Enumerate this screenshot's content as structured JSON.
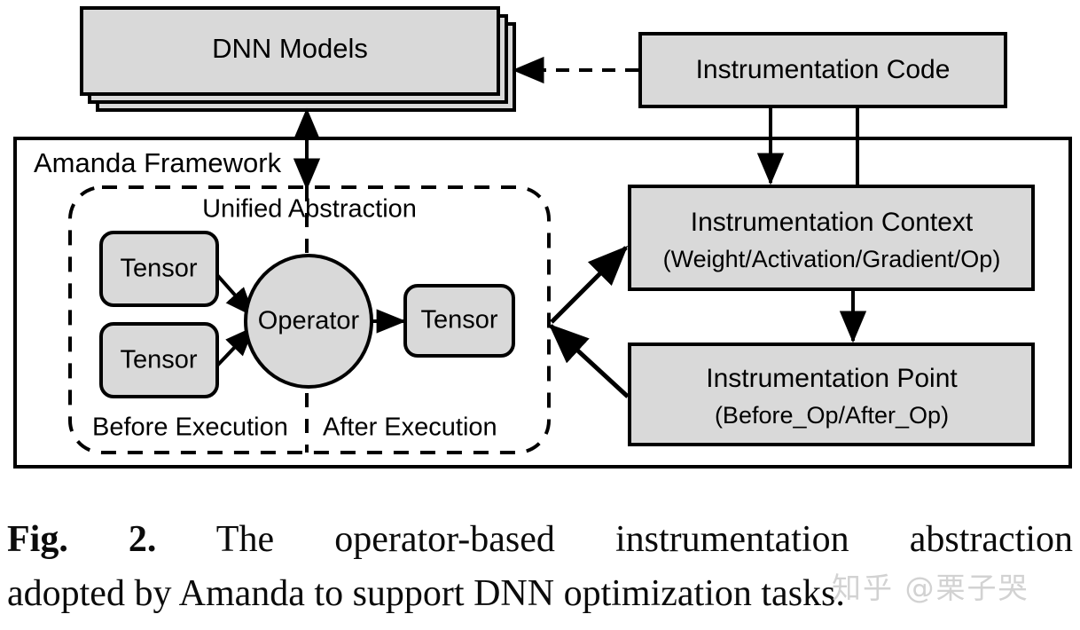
{
  "figure": {
    "caption_prefix": "Fig. 2.",
    "caption_line_1": "The operator-based instrumentation abstraction",
    "caption_line_2": "adopted by Amanda to support DNN optimization tasks.",
    "watermark": "知乎 @栗子哭"
  },
  "diagram": {
    "title": "The operator-based instrumentation abstraction adopted by Amanda to support DNN optimization tasks.",
    "colors": {
      "node_fill": "#d9d9d9",
      "stroke": "#000000",
      "background": "#ffffff",
      "watermark": "#d2d2d2"
    },
    "nodes": {
      "dnn_models": "DNN Models",
      "instrumentation_code": "Instrumentation Code",
      "framework_label": "Amanda Framework",
      "unified_abstraction": "Unified Abstraction",
      "tensor_in_1": "Tensor",
      "tensor_in_2": "Tensor",
      "operator": "Operator",
      "tensor_out": "Tensor",
      "before_execution": "Before Execution",
      "after_execution": "After Execution",
      "instrumentation_context_title": "Instrumentation Context",
      "instrumentation_context_sub": "(Weight/Activation/Gradient/Op)",
      "instrumentation_point_title": "Instrumentation Point",
      "instrumentation_point_sub": "(Before_Op/After_Op)"
    },
    "edges": [
      {
        "from": "instrumentation_code",
        "to": "dnn_models",
        "style": "dashed",
        "arrow": "single"
      },
      {
        "from": "dnn_models",
        "to": "unified_abstraction",
        "style": "solid",
        "arrow": "double"
      },
      {
        "from": "instrumentation_code",
        "to": "instrumentation_context",
        "style": "solid",
        "arrow": "single"
      },
      {
        "from": "instrumentation_code",
        "to": "instrumentation_point",
        "style": "solid",
        "arrow": "none"
      },
      {
        "from": "instrumentation_context",
        "to": "instrumentation_point",
        "style": "solid",
        "arrow": "single"
      },
      {
        "from": "unified_abstraction",
        "to": "instrumentation_context",
        "style": "solid",
        "arrow": "single"
      },
      {
        "from": "instrumentation_point",
        "to": "unified_abstraction",
        "style": "solid",
        "arrow": "single"
      },
      {
        "from": "tensor_in_1",
        "to": "operator",
        "style": "solid",
        "arrow": "single"
      },
      {
        "from": "tensor_in_2",
        "to": "operator",
        "style": "solid",
        "arrow": "single"
      },
      {
        "from": "operator",
        "to": "tensor_out",
        "style": "solid",
        "arrow": "single"
      }
    ]
  }
}
